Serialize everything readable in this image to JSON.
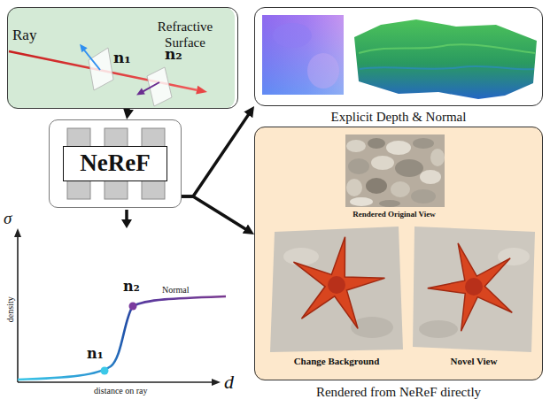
{
  "diagram": {
    "nodes": [
      {
        "text": [
          "Refractive Surface"
        ]
      },
      {
        "text": [
          "NeReF"
        ]
      },
      {
        "text": [
          "Explicit Depth & Normal"
        ]
      },
      {
        "text": [
          "Rendered from NeReF directly"
        ]
      }
    ],
    "edges": [
      {
        "from": 0,
        "to": 1,
        "arrow": "to"
      },
      {
        "from": 1,
        "to": 2,
        "arrow": "to"
      },
      {
        "from": 1,
        "to": 3,
        "arrow": "to"
      }
    ],
    "labels": [
      "Ray",
      "n₁",
      "n₂",
      "σ",
      "density",
      "n₁",
      "n₂",
      "Normal",
      "distance on ray",
      "d",
      "Rendered Original View",
      "Change Background",
      "Novel View"
    ]
  }
}
